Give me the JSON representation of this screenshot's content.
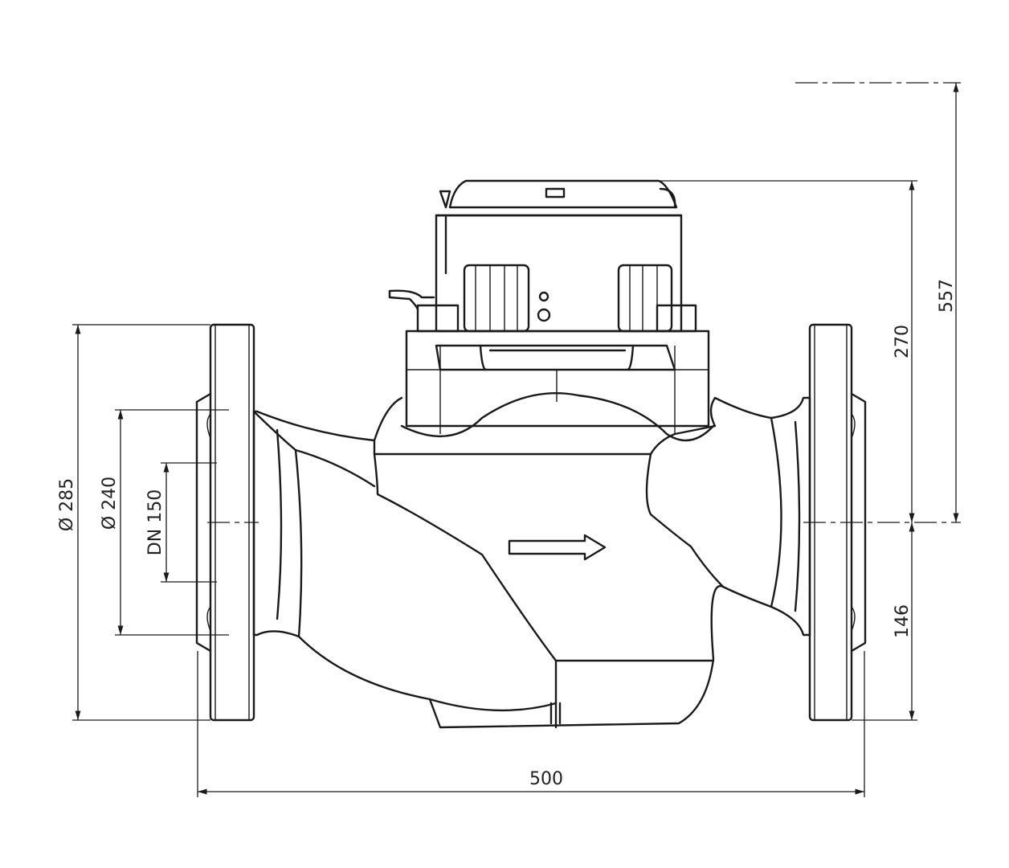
{
  "dimensions": {
    "flange_diameter": "Ø 285",
    "bolt_circle": "Ø 240",
    "nominal_diameter": "DN 150",
    "length": "500",
    "total_height": "557",
    "head_height": "270",
    "lower_height": "146"
  },
  "flow_direction": "right"
}
